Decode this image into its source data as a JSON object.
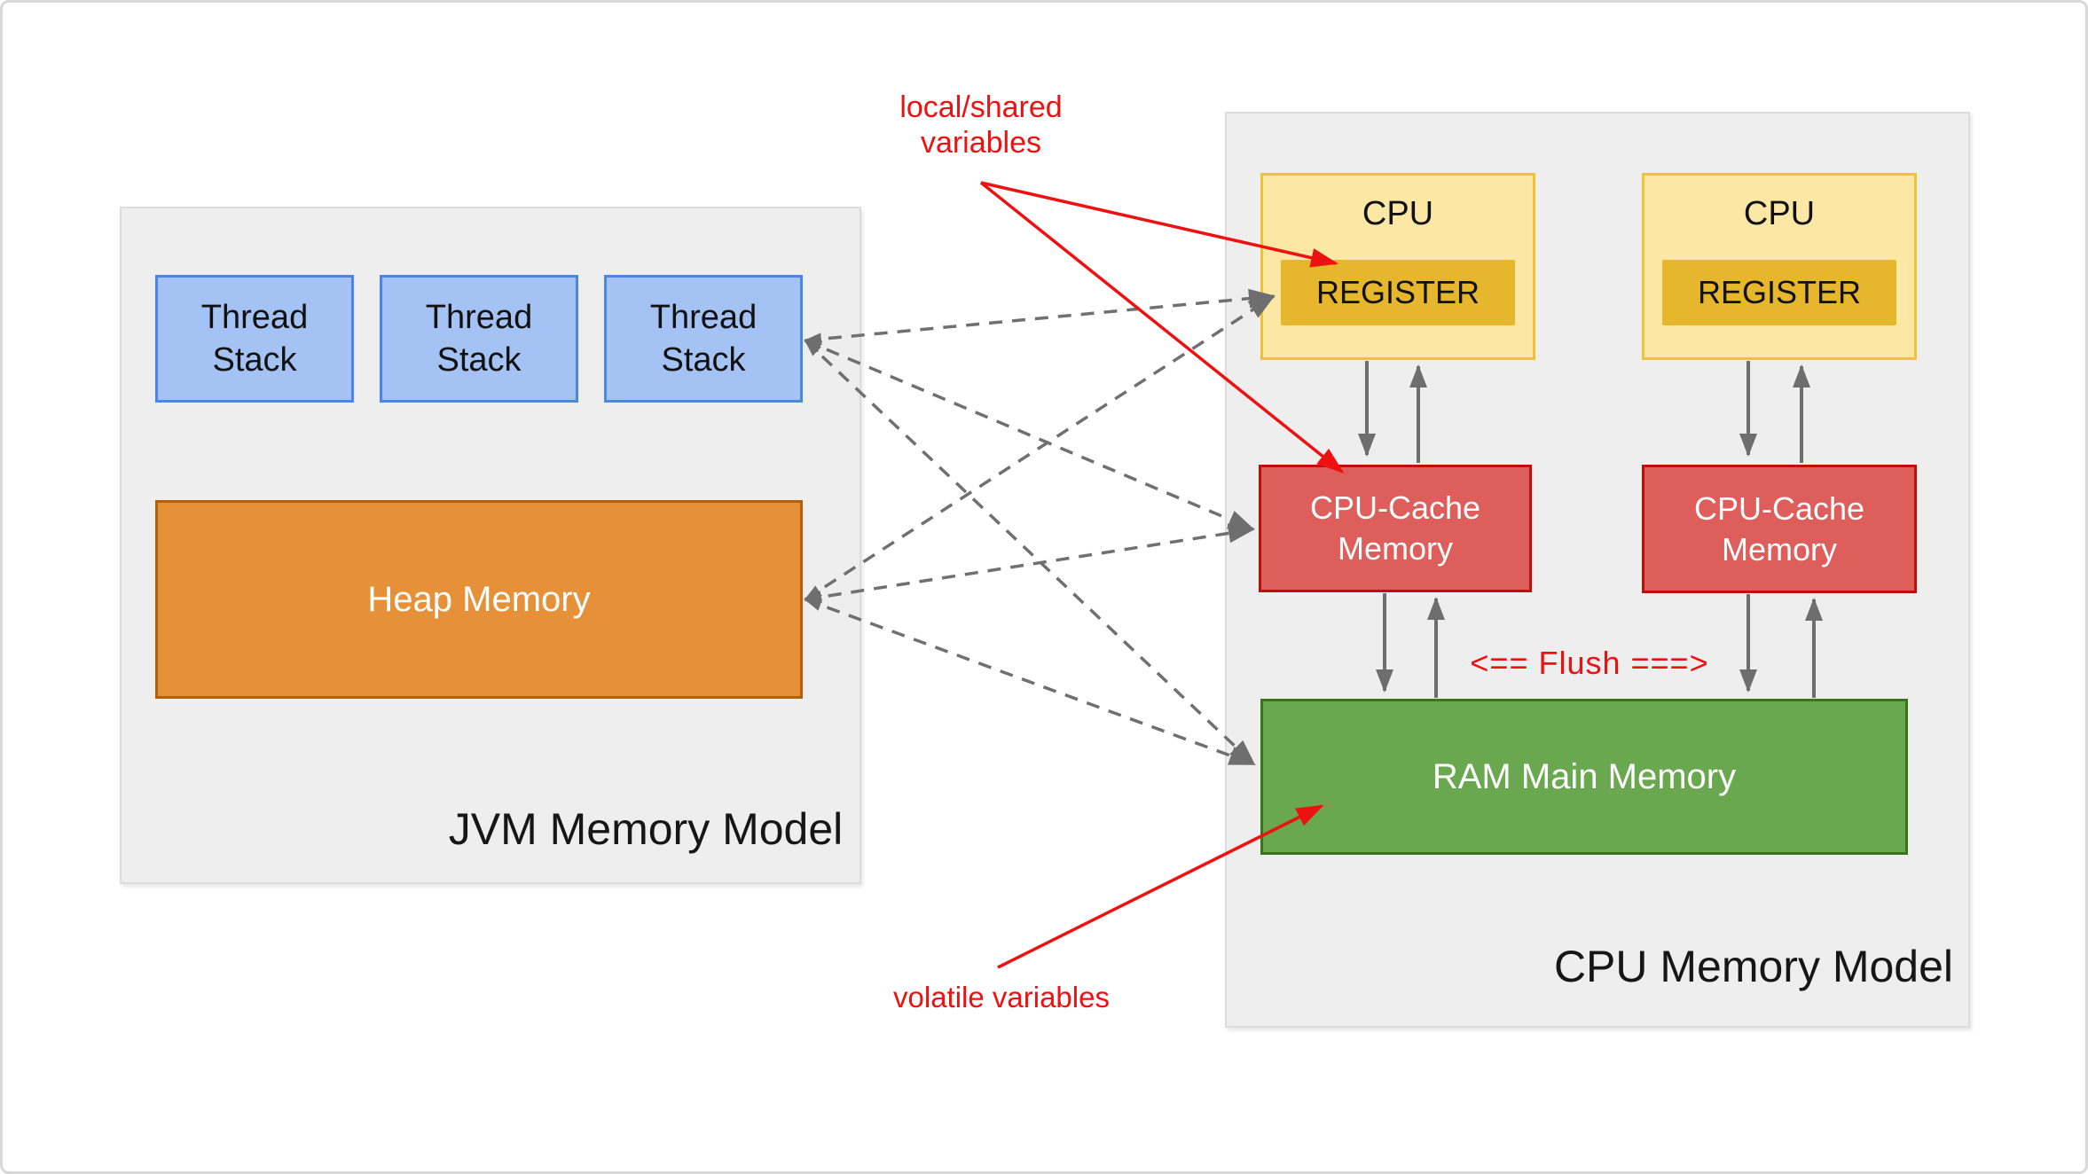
{
  "colors": {
    "canvas-border": "#d8d8d8",
    "panel-bg": "#eeeeee",
    "panel-border": "#dcdcdc",
    "blue-fill": "#a4c2f4",
    "blue-border": "#4a86e8",
    "orange-fill": "#e69138",
    "orange-border": "#b45f06",
    "yellow-fill": "#fce8a4",
    "yellow-border": "#f1c232",
    "gold-fill": "#e6b62c",
    "red-fill": "#dd5e5b",
    "red-border": "#c00e0a",
    "green-fill": "#6aa84f",
    "green-border": "#38761d",
    "arrow-gray": "#6e6e6e",
    "dash-gray": "#707070",
    "annotation-red": "#ee1111",
    "text-dark": "#111111",
    "text-white": "#ffffff"
  },
  "jvm": {
    "title": "JVM Memory Model",
    "thread_stacks": [
      "Thread Stack",
      "Thread Stack",
      "Thread Stack"
    ],
    "heap_label": "Heap Memory"
  },
  "cpu": {
    "title": "CPU Memory Model",
    "units": [
      {
        "label": "CPU",
        "register_label": "REGISTER",
        "cache_label": "CPU-Cache Memory"
      },
      {
        "label": "CPU",
        "register_label": "REGISTER",
        "cache_label": "CPU-Cache Memory"
      }
    ],
    "ram_label": "RAM Main Memory",
    "flush_label": "<== Flush ===>"
  },
  "annotations": {
    "local_shared_line1": "local/shared",
    "local_shared_line2": "variables",
    "volatile_label": "volatile variables"
  }
}
